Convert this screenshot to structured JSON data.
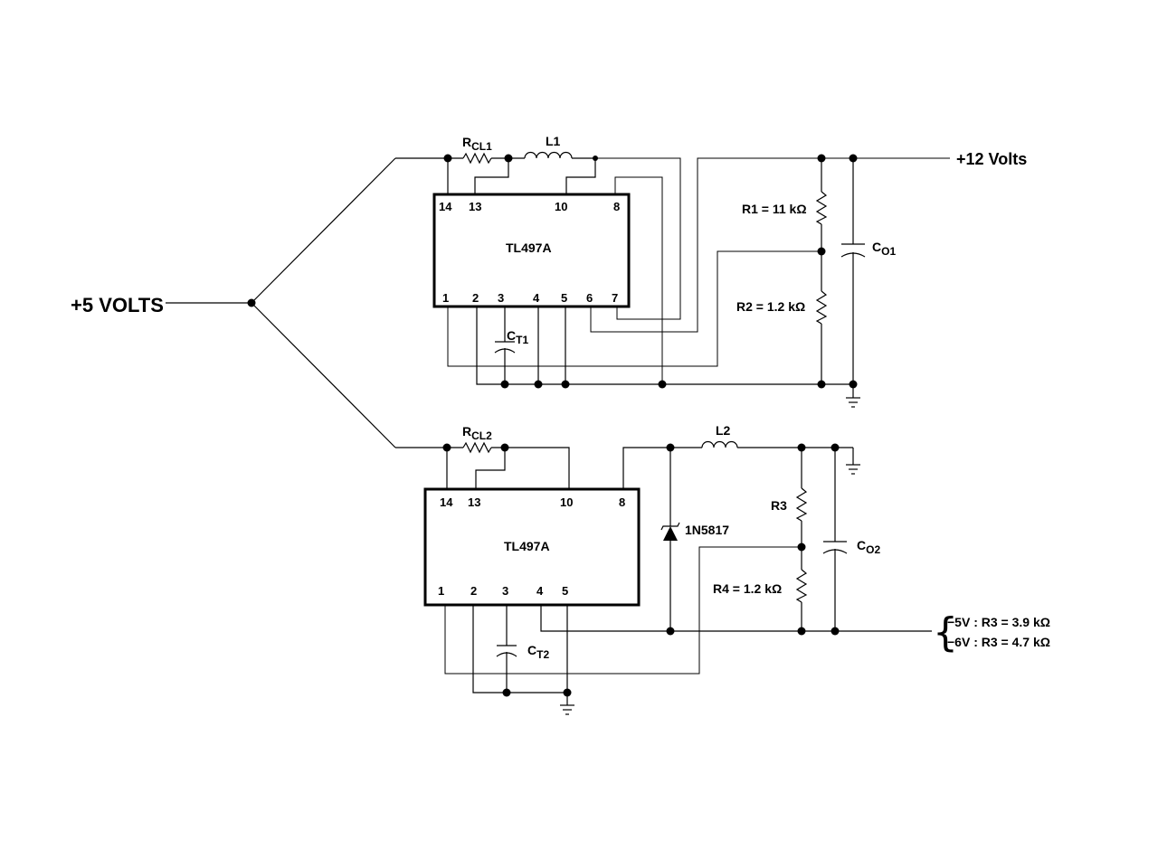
{
  "input": {
    "label": "+5 VOLTS"
  },
  "output_pos": {
    "label": "+12 Volts"
  },
  "ic1": {
    "name": "TL497A",
    "pins_top": [
      "14",
      "13",
      "10",
      "8"
    ],
    "pins_bottom": [
      "1",
      "2",
      "3",
      "4",
      "5",
      "6",
      "7"
    ]
  },
  "ic2": {
    "name": "TL497A",
    "pins_top": [
      "14",
      "13",
      "10",
      "8"
    ],
    "pins_bottom": [
      "1",
      "2",
      "3",
      "4",
      "5"
    ]
  },
  "components": {
    "rcl1": {
      "main": "R",
      "sub": "CL1"
    },
    "l1": "L1",
    "ct1": {
      "main": "C",
      "sub": "T1"
    },
    "r1": "R1 = 11 kΩ",
    "r2": "R2 = 1.2 kΩ",
    "co1": {
      "main": "C",
      "sub": "O1"
    },
    "rcl2": {
      "main": "R",
      "sub": "CL2"
    },
    "l2": "L2",
    "diode": "1N5817",
    "r3": "R3",
    "r4": "R4 = 1.2 kΩ",
    "co2": {
      "main": "C",
      "sub": "O2"
    },
    "ct2": {
      "main": "C",
      "sub": "T2"
    }
  },
  "output_neg": {
    "brace": "{",
    "options": [
      "−5V : R3 = 3.9 kΩ",
      "−6V : R3 = 4.7 kΩ"
    ]
  }
}
